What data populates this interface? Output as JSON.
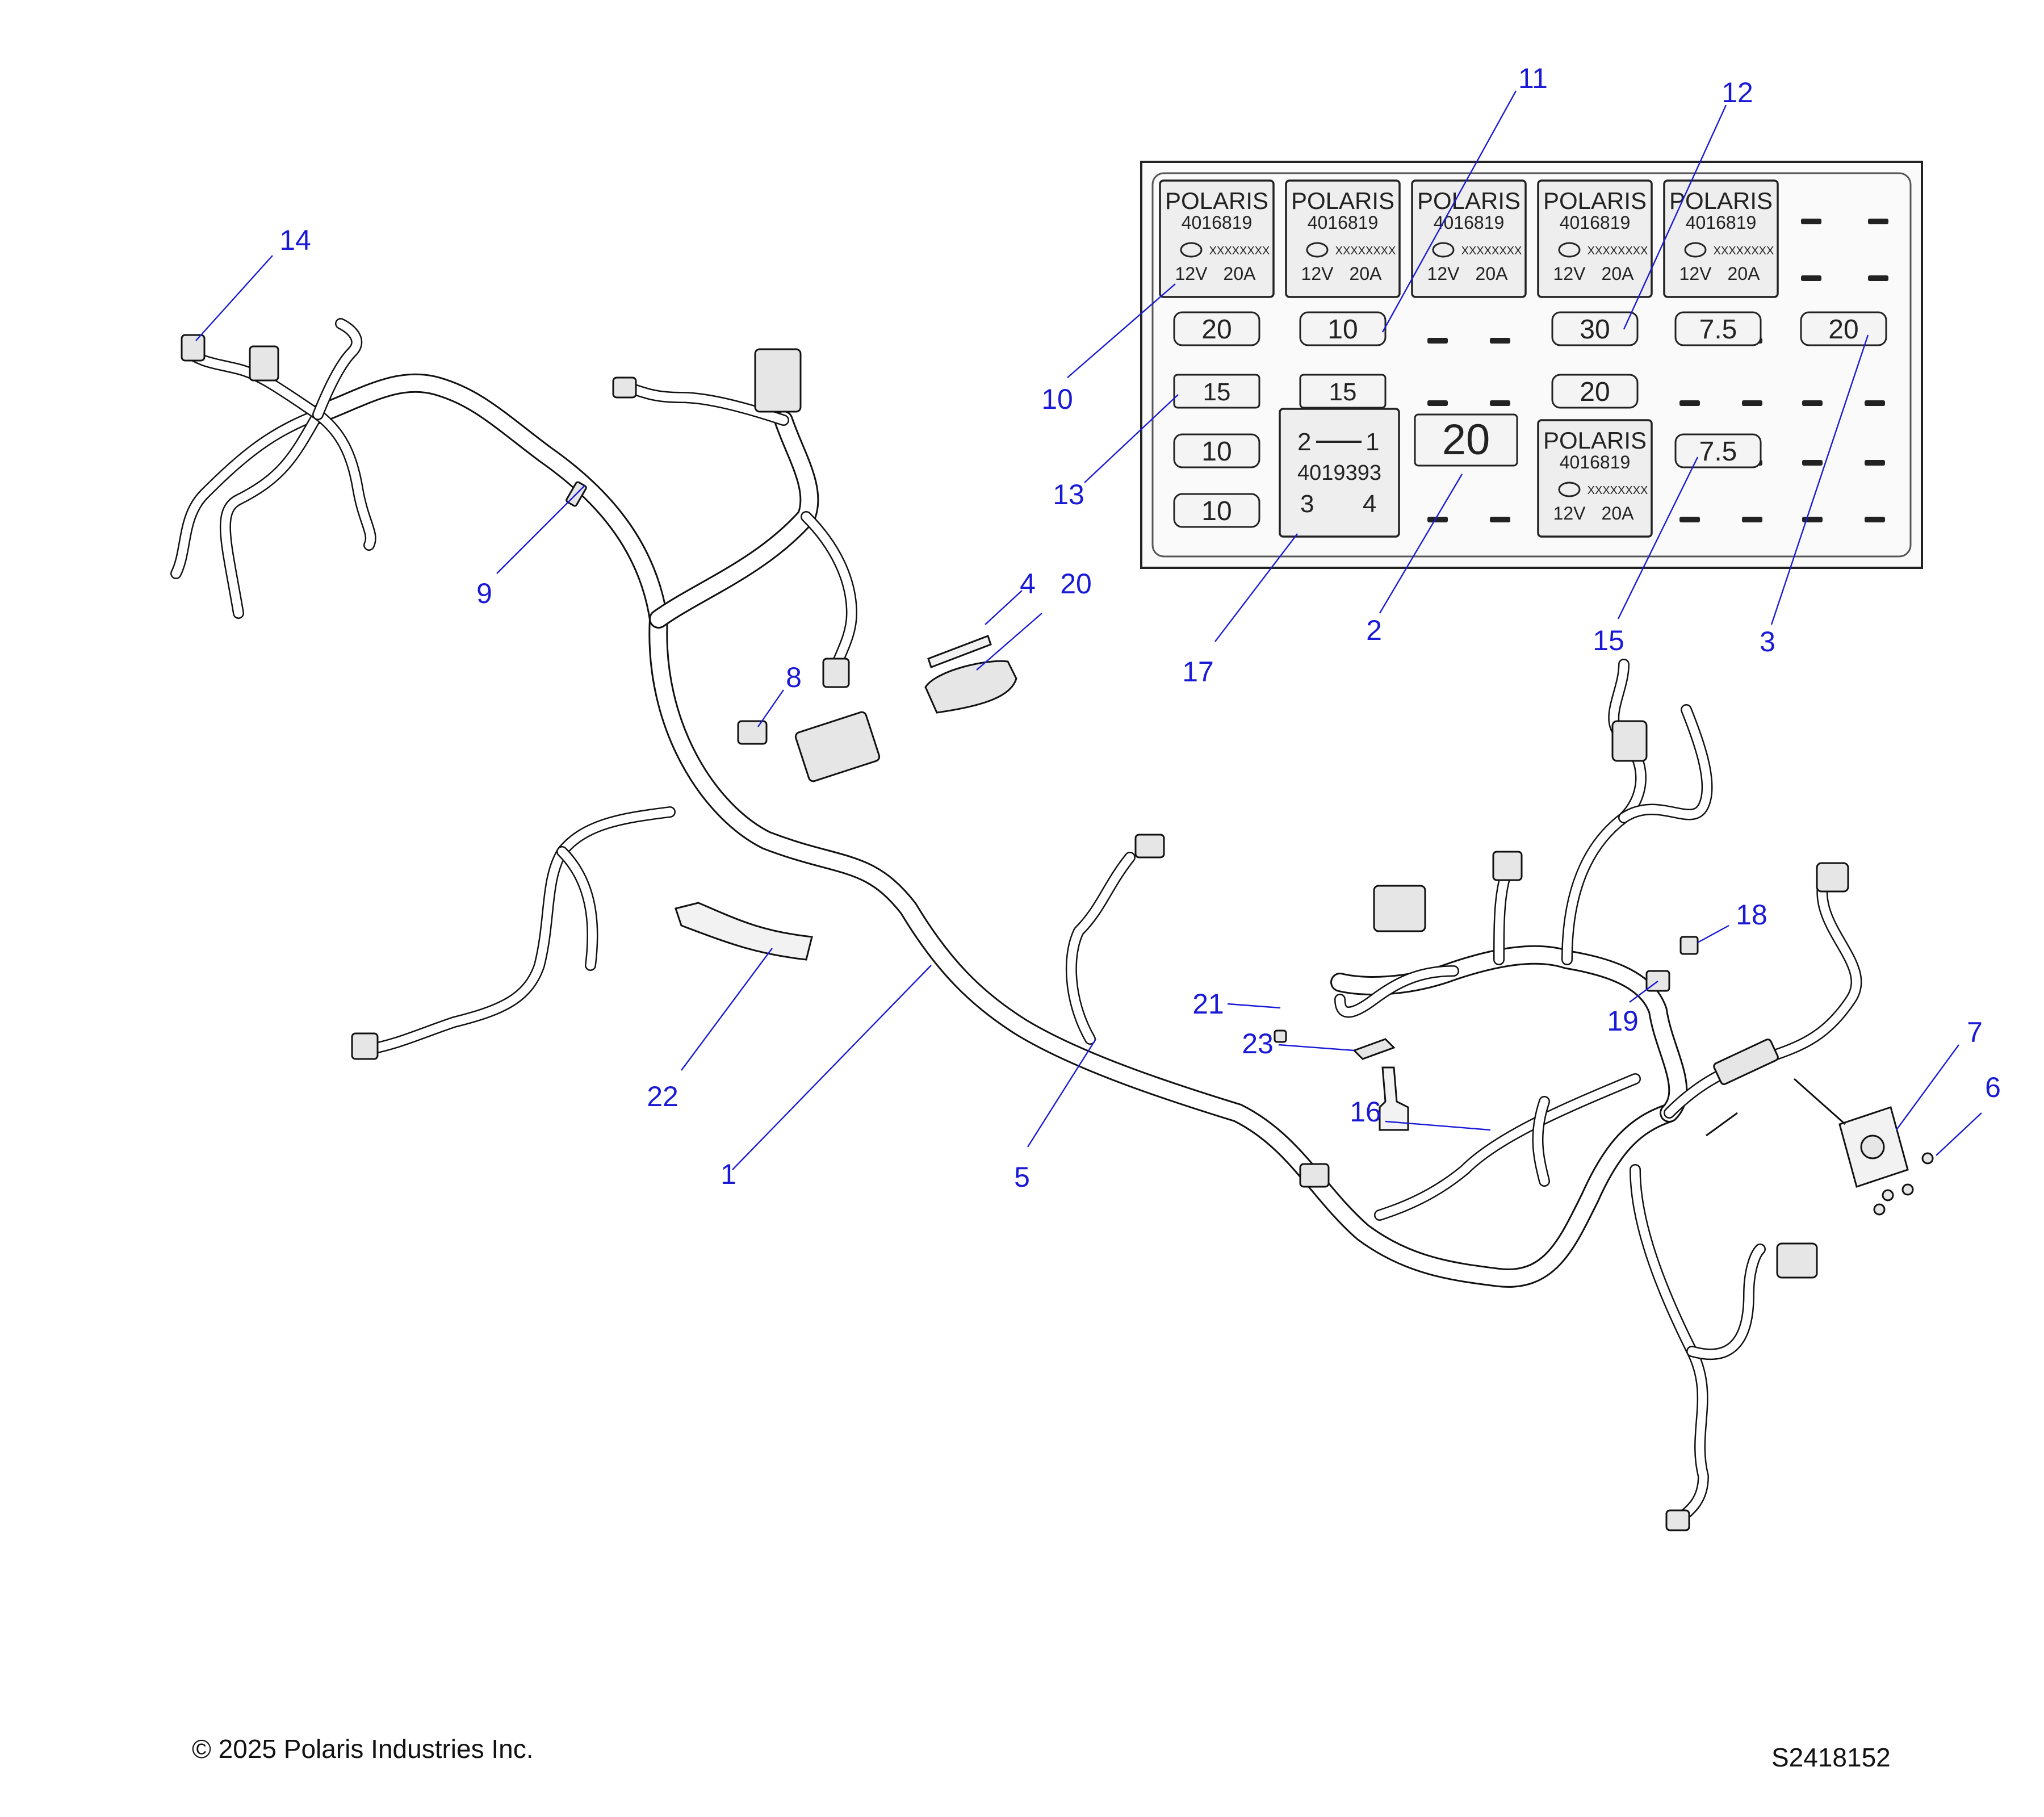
{
  "diagram": {
    "callouts": [
      {
        "id": "c1",
        "label": "1"
      },
      {
        "id": "c2",
        "label": "2"
      },
      {
        "id": "c3",
        "label": "3"
      },
      {
        "id": "c4",
        "label": "4"
      },
      {
        "id": "c5",
        "label": "5"
      },
      {
        "id": "c6",
        "label": "6"
      },
      {
        "id": "c7",
        "label": "7"
      },
      {
        "id": "c8",
        "label": "8"
      },
      {
        "id": "c9",
        "label": "9"
      },
      {
        "id": "c10",
        "label": "10"
      },
      {
        "id": "c11",
        "label": "11"
      },
      {
        "id": "c12",
        "label": "12"
      },
      {
        "id": "c13",
        "label": "13"
      },
      {
        "id": "c14",
        "label": "14"
      },
      {
        "id": "c15",
        "label": "15"
      },
      {
        "id": "c16",
        "label": "16"
      },
      {
        "id": "c17",
        "label": "17"
      },
      {
        "id": "c18",
        "label": "18"
      },
      {
        "id": "c19",
        "label": "19"
      },
      {
        "id": "c20",
        "label": "20"
      },
      {
        "id": "c21",
        "label": "21"
      },
      {
        "id": "c22",
        "label": "22"
      },
      {
        "id": "c23",
        "label": "23"
      }
    ],
    "callout_color": "#1a1ad6"
  },
  "fuse_box": {
    "relay": {
      "brand": "POLARIS",
      "part_number": "4016819",
      "code": "XXXXXXXX",
      "voltage": "12V",
      "current": "20A"
    },
    "fuses": {
      "f_r1c1": "20",
      "f_r1c2": "10",
      "f_r1c4": "30",
      "f_r1c5": "7.5",
      "f_r1c6": "20",
      "f_r2c1": "15",
      "f_r2c2": "15",
      "f_r2c4": "20",
      "f_r3c1": "10",
      "f_r3c5": "7.5",
      "f_r4c1": "10",
      "maxi": "20"
    },
    "diode": {
      "pin_top": "2",
      "pin_top_right": "1",
      "part_number": "4019393",
      "pin_bottom_left": "3",
      "pin_bottom_right": "4"
    }
  },
  "footer": {
    "copyright": "© 2025 Polaris Industries Inc.",
    "drawing_id": "S2418152"
  }
}
